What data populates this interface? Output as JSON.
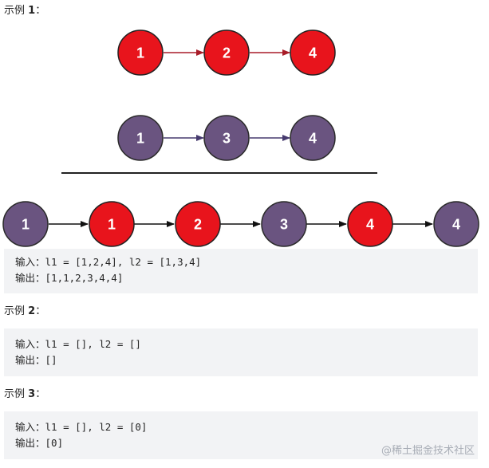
{
  "examples": [
    {
      "prefix": "示例 ",
      "number": "1",
      "suffix": "：",
      "input_label": "输入：",
      "input_value": "l1 = [1,2,4], l2 = [1,3,4]",
      "output_label": "输出：",
      "output_value": "[1,1,2,3,4,4]"
    },
    {
      "prefix": "示例 ",
      "number": "2",
      "suffix": "：",
      "input_label": "输入：",
      "input_value": "l1 = [], l2 = []",
      "output_label": "输出：",
      "output_value": "[]"
    },
    {
      "prefix": "示例 ",
      "number": "3",
      "suffix": "：",
      "input_label": "输入：",
      "input_value": "l1 = [], l2 = [0]",
      "output_label": "输出：",
      "output_value": "[0]"
    }
  ],
  "diagram": {
    "list1": [
      "1",
      "2",
      "4"
    ],
    "list2": [
      "1",
      "3",
      "4"
    ],
    "merged": [
      "1",
      "1",
      "2",
      "3",
      "4",
      "4"
    ],
    "merged_source": [
      "list2",
      "list1",
      "list1",
      "list2",
      "list1",
      "list2"
    ],
    "colors": {
      "list1_fill": "#e8141c",
      "list1_stroke": "#222222",
      "list1_arrow": "#a81c28",
      "list2_fill": "#6a5480",
      "list2_stroke": "#2a2a2a",
      "list2_arrow": "#463a6e",
      "merged_arrow": "#111111",
      "divider": "#222222"
    }
  },
  "watermark": "@稀土掘金技术社区"
}
